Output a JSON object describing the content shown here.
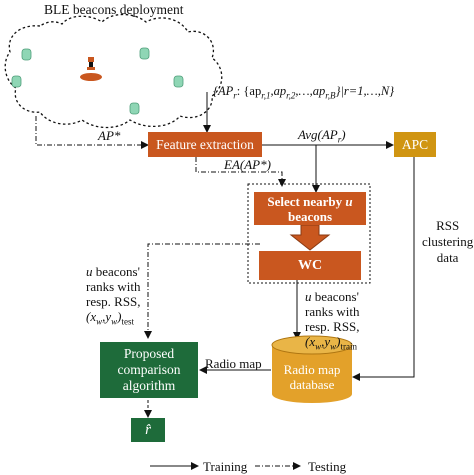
{
  "title": "BLE beacons deployment",
  "fingerprint_set": {
    "open": "{AP",
    "sub_r": "r",
    "colon": ": {ap",
    "sub_r1": "r,1",
    "ap2": ",ap",
    "sub_r2": "r,2",
    "dots": ",…,ap",
    "sub_rB": "r,B",
    "close": "}|r=1,…,N}"
  },
  "ap_star": "AP*",
  "feature_extraction": "Feature extraction",
  "avg_label": "Avg(AP",
  "avg_sub": "r",
  "avg_close": ")",
  "apc": "APC",
  "ea_label": "EA(AP*)",
  "select_line1": "Select nearby",
  "select_u": "u",
  "select_line2": "beacons",
  "wc": "WC",
  "rss_clustering": [
    "RSS",
    "clustering",
    "data"
  ],
  "test_label": {
    "u": "u",
    "line1": " beacons'",
    "line2": "ranks with",
    "line3": "resp. RSS,",
    "xy": "(x",
    "sub_w": "w",
    "comma": ",y",
    "close": ")",
    "sub_test": "test"
  },
  "train_label": {
    "u": "u",
    "line1": " beacons'",
    "line2": "ranks with",
    "line3": "resp. RSS,",
    "xy": "(x",
    "sub_w": "w",
    "comma": ",y",
    "close": ")",
    "sub_train": "train"
  },
  "proposed": [
    "Proposed",
    "comparison",
    "algorithm"
  ],
  "radio_map_arrow": "Radio map",
  "database": [
    "Radio map",
    "database"
  ],
  "output_symbol": "r̂",
  "legend": {
    "training": "Training",
    "testing": "Testing"
  },
  "colors": {
    "orange": "#c9571f",
    "gold": "#d09512",
    "green": "#1e6b3a",
    "db_gold": "#e3a12a",
    "beacon": "#8fd6b5"
  }
}
